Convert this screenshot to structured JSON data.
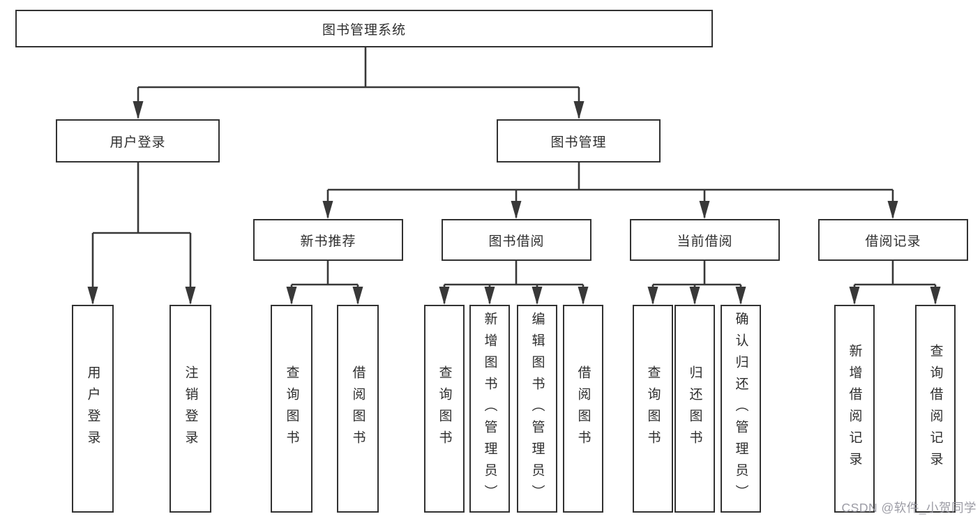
{
  "tree": {
    "root": {
      "label": "图书管理系统",
      "children": [
        {
          "label": "用户登录",
          "children": [
            {
              "label": "用户登录"
            },
            {
              "label": "注销登录"
            }
          ]
        },
        {
          "label": "图书管理",
          "children": [
            {
              "label": "新书推荐",
              "children": [
                {
                  "label": "查询图书"
                },
                {
                  "label": "借阅图书"
                }
              ]
            },
            {
              "label": "图书借阅",
              "children": [
                {
                  "label": "查询图书"
                },
                {
                  "label": "新增图书（管理员）"
                },
                {
                  "label": "编辑图书（管理员）"
                },
                {
                  "label": "借阅图书"
                }
              ]
            },
            {
              "label": "当前借阅",
              "children": [
                {
                  "label": "查询图书"
                },
                {
                  "label": "归还图书"
                },
                {
                  "label": "确认归还（管理员）"
                }
              ]
            },
            {
              "label": "借阅记录",
              "children": [
                {
                  "label": "新增借阅记录"
                },
                {
                  "label": "查询借阅记录"
                }
              ]
            }
          ]
        }
      ]
    }
  },
  "watermark": {
    "text": "CSDN @软件_小贺同学"
  },
  "colors": {
    "line": "#383838",
    "border": "#323232",
    "text": "#2e2e2e",
    "watermark": "#9797a0",
    "background": "#ffffff"
  }
}
